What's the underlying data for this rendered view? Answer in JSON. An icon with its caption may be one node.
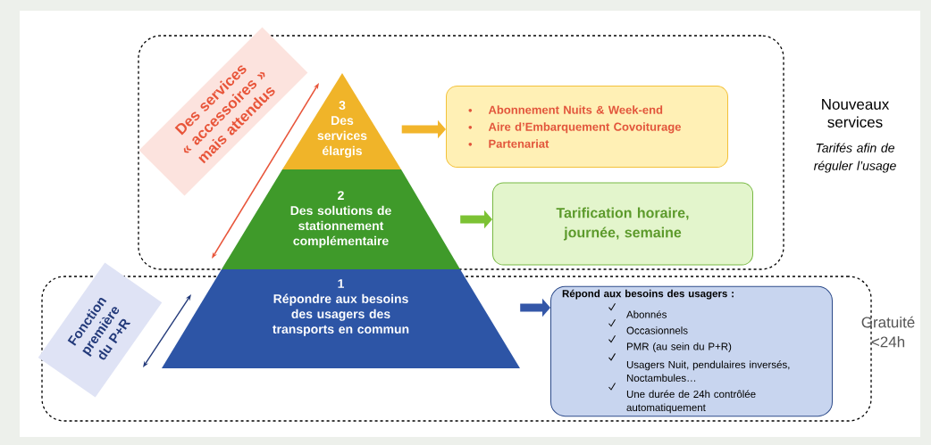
{
  "diagram": {
    "nodes": [
      {
        "text": [],
        "shape": "box",
        "beside": [
          "Nouveaux services",
          "Tarifés afin de réguler l’usage"
        ]
      },
      {
        "text": [
          "Des services « accessoires » mais attendus"
        ],
        "in": 0
      },
      {
        "text": [
          "3",
          "Des services élargis"
        ],
        "in": 0
      },
      {
        "text": [
          "Abonnement Nuits & Week-end",
          "Aire d’Embarquement Covoiturage",
          "Partenariat"
        ],
        "in": 0
      },
      {
        "text": [
          "2",
          "Des solutions de stationnement complémentaire"
        ],
        "in": 0
      },
      {
        "text": [
          "Tarification horaire, journée, semaine"
        ],
        "in": 0
      },
      {
        "text": [],
        "shape": "box",
        "beside": [
          "Gratuité <24h"
        ]
      },
      {
        "text": [
          "Fonction première du P+R"
        ],
        "in": 6
      },
      {
        "text": [
          "1",
          "Répondre aux besoins des usagers des transports en commun"
        ],
        "in": 6
      },
      {
        "text": [
          "Répond aux besoins des usagers :",
          "Abonnés",
          "Occasionnels",
          "PMR (au sein du P+R)",
          "Usagers Nuit, pendulaires inversés, Noctambules…",
          "Une durée de 24h contrôlée automatiquement"
        ],
        "in": 6
      }
    ],
    "edges": [
      {
        "from": 2,
        "to": 3,
        "arrow": "to",
        "color": "#f2b52c"
      },
      {
        "from": 4,
        "to": 5,
        "arrow": "to",
        "color": "#7cc234"
      },
      {
        "from": 8,
        "to": 9,
        "arrow": "to",
        "color": "#3457a8"
      }
    ]
  }
}
